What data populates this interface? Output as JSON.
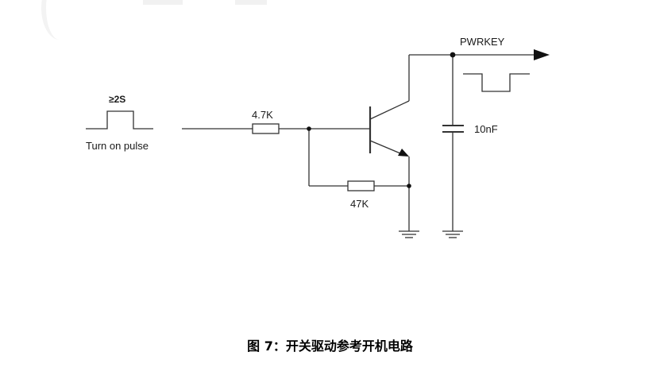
{
  "pulse": {
    "duration_label": "≥2S",
    "caption": "Turn on pulse"
  },
  "components": {
    "base_resistor": "4.7K",
    "pulldown_resistor": "47K",
    "capacitor": "10nF"
  },
  "output": {
    "net_label": "PWRKEY"
  },
  "caption": {
    "figure_label": "图  7：开关驱动参考开机电路"
  },
  "colors": {
    "wire": "#333333",
    "text": "#1a1a1a",
    "caption": "#000000"
  }
}
